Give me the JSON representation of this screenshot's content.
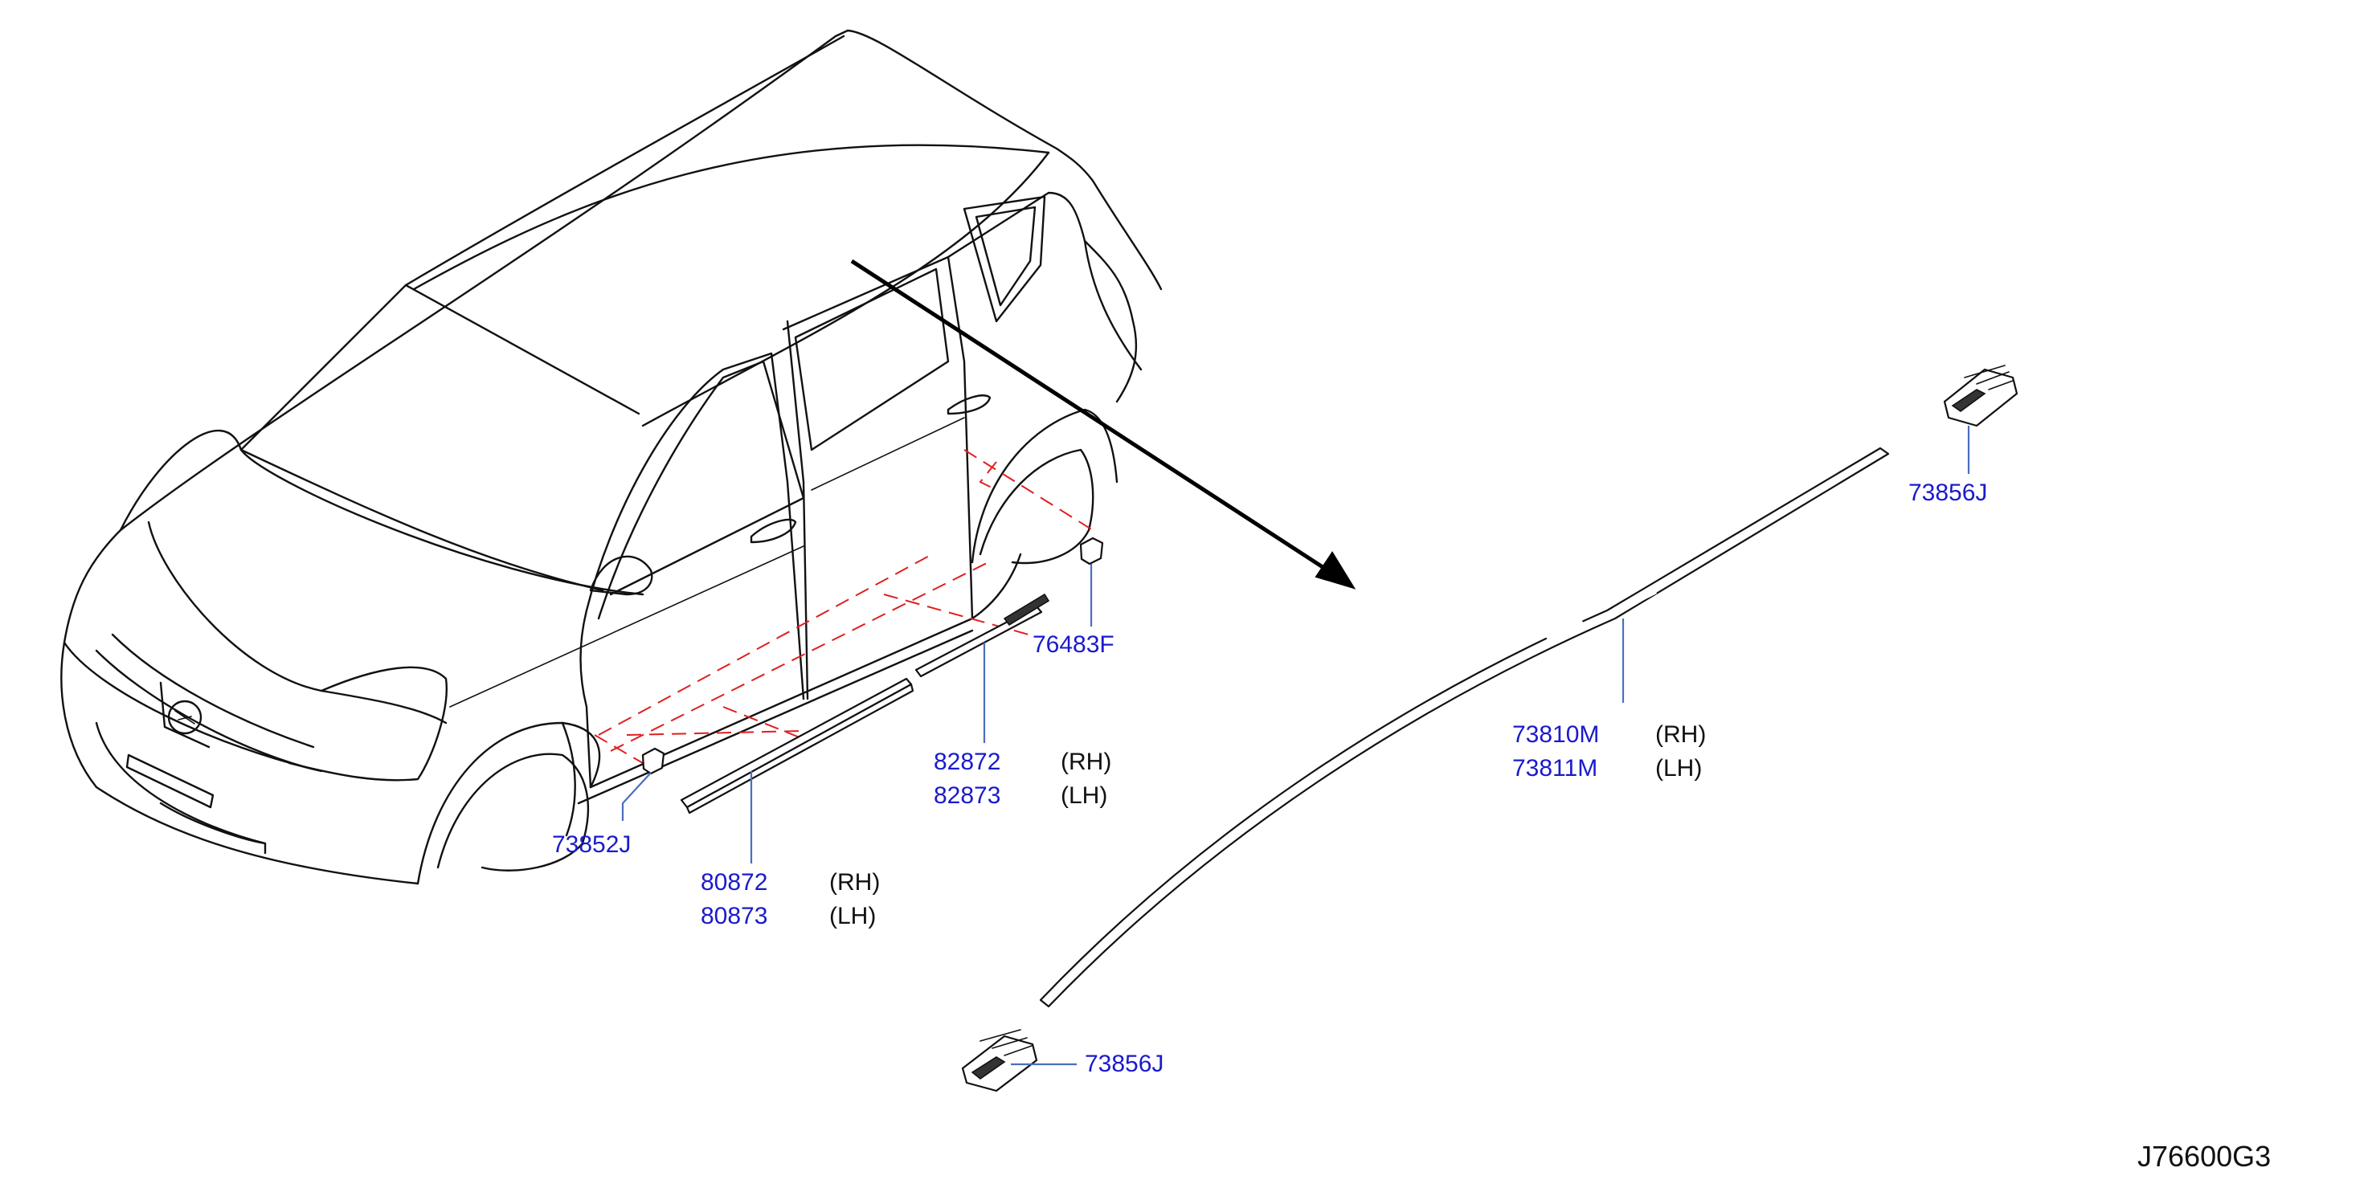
{
  "diagram_code": "J76600G3",
  "labels": {
    "clip_73856j_top": "73856J",
    "clip_73856j_bottom": "73856J",
    "clip_76483f": "76483F",
    "clip_73852j": "73852J",
    "roof_molding_rh": "73810M",
    "roof_molding_lh": "73811M",
    "rear_door_molding_rh": "82872",
    "rear_door_molding_lh": "82873",
    "front_door_molding_rh": "80872",
    "front_door_molding_lh": "80873"
  },
  "side": {
    "rh": "(RH)",
    "lh": "(LH)"
  },
  "colors": {
    "part_number": "#1a1acc",
    "leader_line": "#4a6fbf",
    "dashed_line": "#e02020",
    "drawing": "#111111"
  }
}
